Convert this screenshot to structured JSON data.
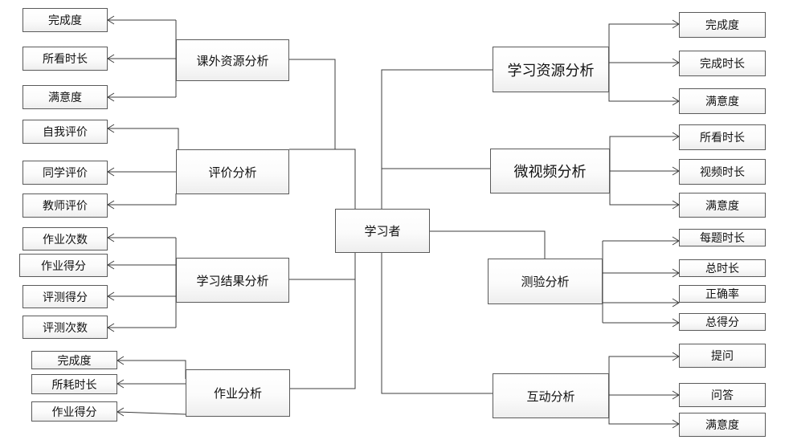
{
  "center": {
    "label": "学习者"
  },
  "left_groups": [
    {
      "label": "课外资源分析",
      "items": [
        "完成度",
        "所看时长",
        "满意度"
      ]
    },
    {
      "label": "评价分析",
      "items": [
        "自我评价",
        "同学评价",
        "教师评价"
      ]
    },
    {
      "label": "学习结果分析",
      "items": [
        "作业次数",
        "作业得分",
        "评测得分",
        "评测次数"
      ]
    },
    {
      "label": "作业分析",
      "items": [
        "完成度",
        "所耗时长",
        "作业得分"
      ]
    }
  ],
  "right_groups": [
    {
      "label": "学习资源分析",
      "items": [
        "完成度",
        "完成时长",
        "满意度"
      ]
    },
    {
      "label": "微视频分析",
      "items": [
        "所看时长",
        "视频时长",
        "满意度"
      ]
    },
    {
      "label": "测验分析",
      "items": [
        "每题时长",
        "总时长",
        "正确率",
        "总得分"
      ]
    },
    {
      "label": "互动分析",
      "items": [
        "提问",
        "问答",
        "满意度"
      ]
    }
  ],
  "colors": {
    "line": "#3c3c3c",
    "border": "#5a5a5a",
    "text": "#111111"
  }
}
